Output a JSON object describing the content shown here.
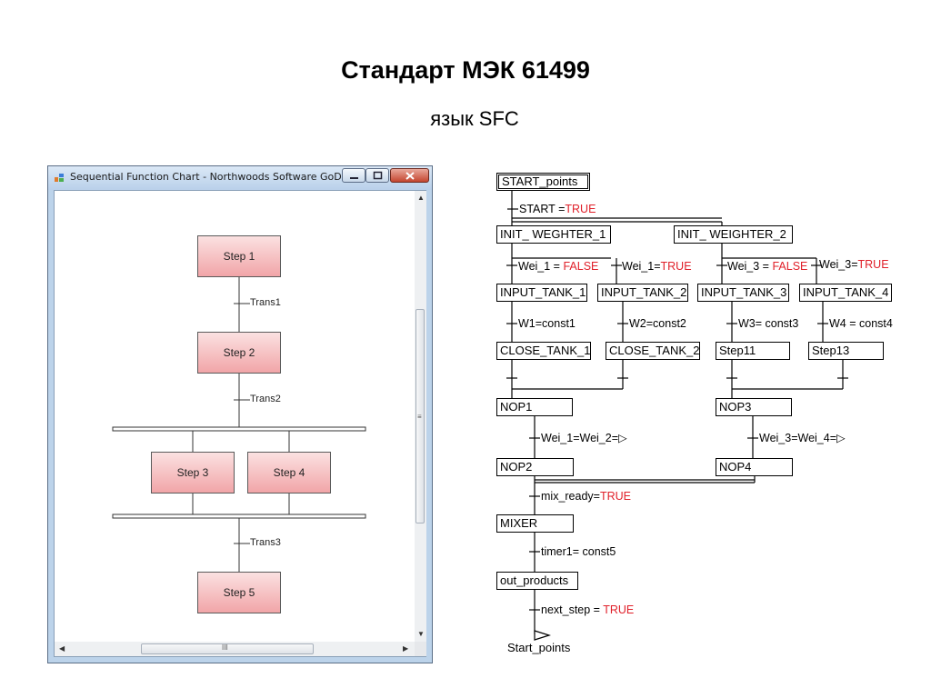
{
  "slide": {
    "title": "Стандарт МЭК 61499",
    "subtitle": "язык SFC"
  },
  "window": {
    "title": "Sequential Function Chart - Northwoods Software GoDiagr...",
    "steps": [
      "Step 1",
      "Step 2",
      "Step 3",
      "Step 4",
      "Step 5"
    ],
    "transitions": [
      "Trans1",
      "Trans2",
      "Trans3"
    ],
    "scroll_grip": "III",
    "step_color_top": "#fbe1e1",
    "step_color_bottom": "#f1a5a8"
  },
  "sfc": {
    "steps": {
      "start_points": "START_points",
      "init_weighter_1": "INIT_ WEGHTER_1",
      "init_weighter_2": "INIT_ WEIGHTER_2",
      "input_tank_1": "INPUT_TANK_1",
      "input_tank_2": "INPUT_TANK_2",
      "input_tank_3": "INPUT_TANK_3",
      "input_tank_4": "INPUT_TANK_4",
      "close_tank_1": "CLOSE_TANK_1",
      "close_tank_2": "CLOSE_TANK_2",
      "step11": "Step11",
      "step13": "Step13",
      "nop1": "NOP1",
      "nop2": "NOP2",
      "nop3": "NOP3",
      "nop4": "NOP4",
      "mixer": "MIXER",
      "out_products": "out_products"
    },
    "transitions": {
      "start": {
        "cond": "START =",
        "value": "TRUE"
      },
      "wei1_false": {
        "cond": "Wei_1 = ",
        "value": "FALSE"
      },
      "wei1_true": {
        "cond": "Wei_1=",
        "value": "TRUE"
      },
      "wei3_false": {
        "cond": "Wei_3  = ",
        "value": "FALSE"
      },
      "wei3_true": {
        "cond": "Wei_3=",
        "value": "TRUE"
      },
      "w1": {
        "cond": "W1=const1"
      },
      "w2": {
        "cond": "W2=const2"
      },
      "w3": {
        "cond": "W3= const3"
      },
      "w4": {
        "cond": "W4 = const4"
      },
      "wei12": {
        "cond": "Wei_1=Wei_2=▷"
      },
      "wei34": {
        "cond": "Wei_3=Wei_4=▷"
      },
      "mix_ready": {
        "cond": "mix_ready=",
        "value": "TRUE"
      },
      "timer1": {
        "cond": "timer1= const5"
      },
      "next_step": {
        "cond": "next_step = ",
        "value": "TRUE"
      }
    },
    "jump_target": "Start_points",
    "highlight_color": "#e0202a"
  }
}
